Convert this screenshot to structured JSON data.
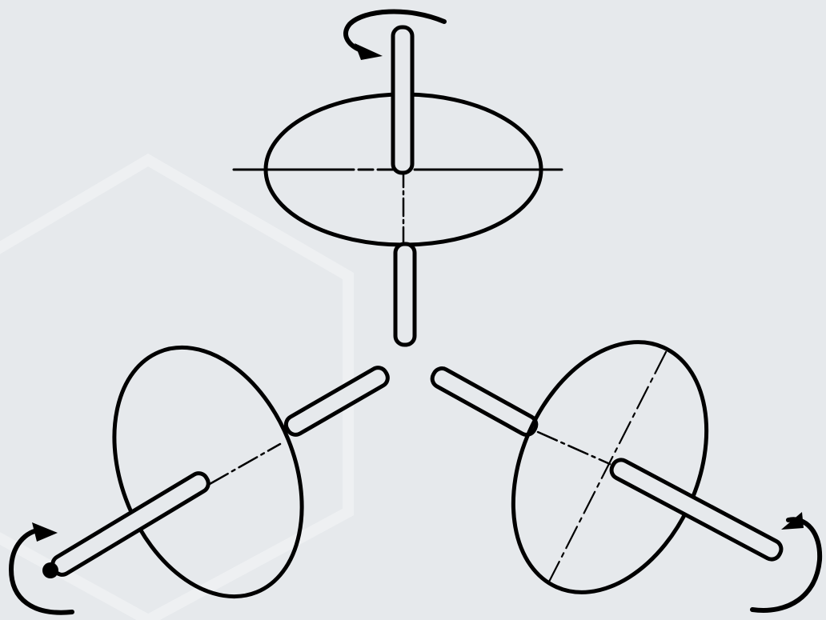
{
  "colors": {
    "background": "#e6e9ec",
    "ink": "#000000",
    "watermark": "#eef0f2"
  },
  "figure": {
    "type": "rotating-disc-axes",
    "disc_count": 3,
    "discs": [
      {
        "id": "top",
        "axis_direction": "vertical",
        "rotation_arrow": "top-left-of-axle"
      },
      {
        "id": "bottom-left",
        "axis_direction": "diagonal-down-left",
        "rotation_arrow": "left-of-axle-end"
      },
      {
        "id": "bottom-right",
        "axis_direction": "diagonal-down-right",
        "rotation_arrow": "right-of-axle-end"
      }
    ]
  }
}
